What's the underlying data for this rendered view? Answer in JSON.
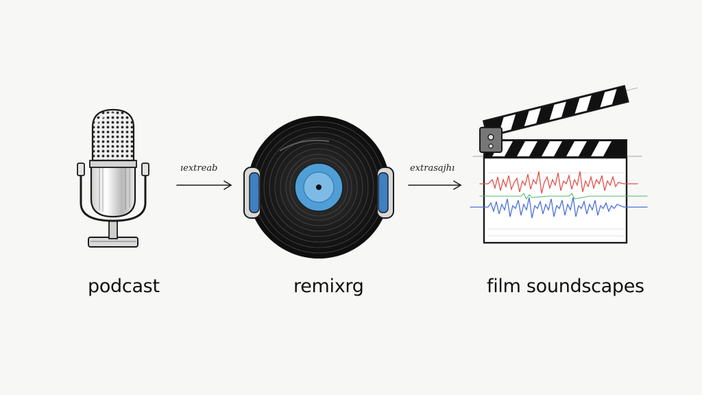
{
  "steps": [
    {
      "label": "podcast",
      "icon": "microphone-icon"
    },
    {
      "label": "remixrg",
      "icon": "vinyl-headphones-icon"
    },
    {
      "label": "film soundscapes",
      "icon": "clapperboard-icon"
    }
  ],
  "arrows": [
    {
      "label": "ıextreab"
    },
    {
      "label": "extrasajhı"
    }
  ],
  "colors": {
    "ink": "#1a1a1a",
    "vinyl_label": "#4f9fd6",
    "headphone_pad": "#3f7fc2",
    "wave_red": "#e0504a",
    "wave_blue": "#4a6fd8",
    "wave_green": "#4fb86a"
  }
}
